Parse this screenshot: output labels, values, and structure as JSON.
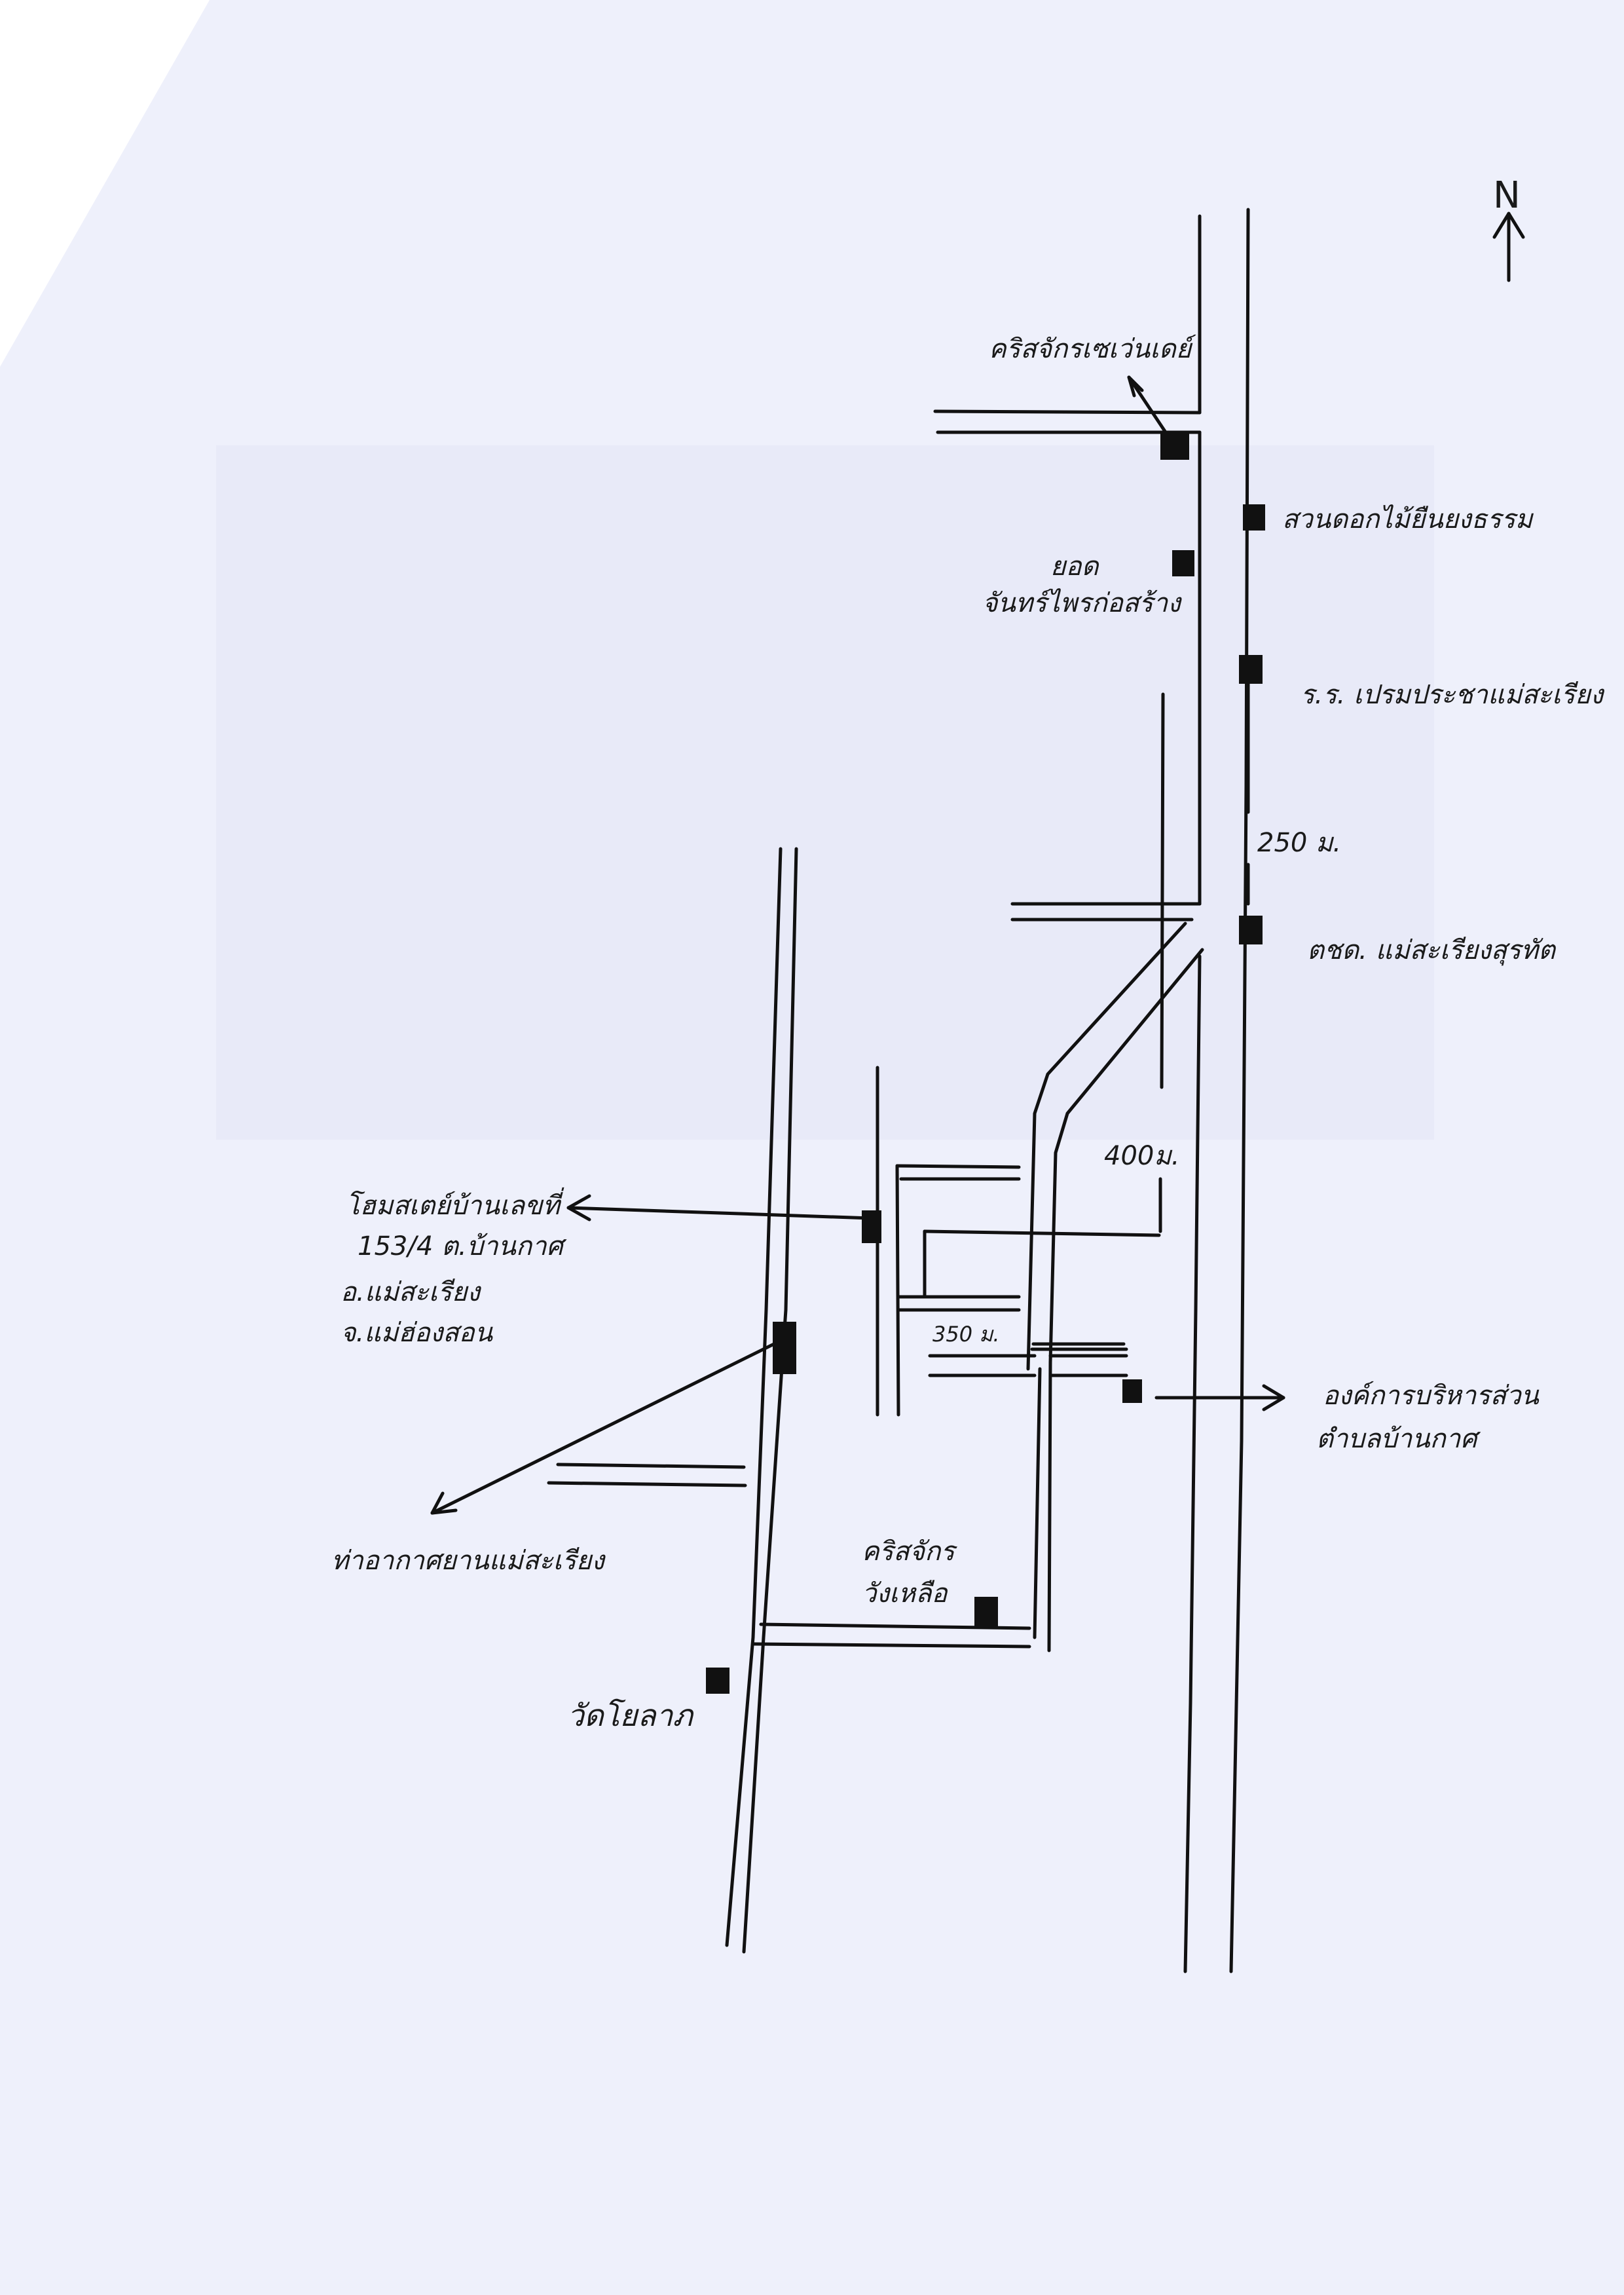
{
  "map": {
    "north_label": "N",
    "distances": {
      "d250": "250 ม.",
      "d400": "400ม.",
      "d350": "350 ม."
    },
    "places": {
      "christian_church": "คริสจักรเซเว่นเดย์",
      "flower_garden": "สวนดอกไม้ยืนยงธรรม",
      "shop": "ยอด",
      "shop_line2": "จันทร์ไพรก่อสร้าง",
      "school": "ร.ร. เปรมประชาแม่สะเรียง",
      "police": "ตชด. แม่สะเรียงสุรทัต",
      "homestay_l1": "โฮมสเตย์บ้านเลขที่",
      "homestay_l2": "153/4 ต.บ้านกาศ",
      "homestay_l3": "อ.แม่สะเรียง",
      "homestay_l4": "จ.แม่ฮ่องสอน",
      "tao": "องค์การบริหารส่วน",
      "tao_l2": "ตำบลบ้านกาศ",
      "airport": "ท่าอากาศยานแม่สะเรียง",
      "church_south": "คริสจักร",
      "church_south_l2": "วังเหลือ",
      "temple": "วัดโยลาภ"
    }
  }
}
